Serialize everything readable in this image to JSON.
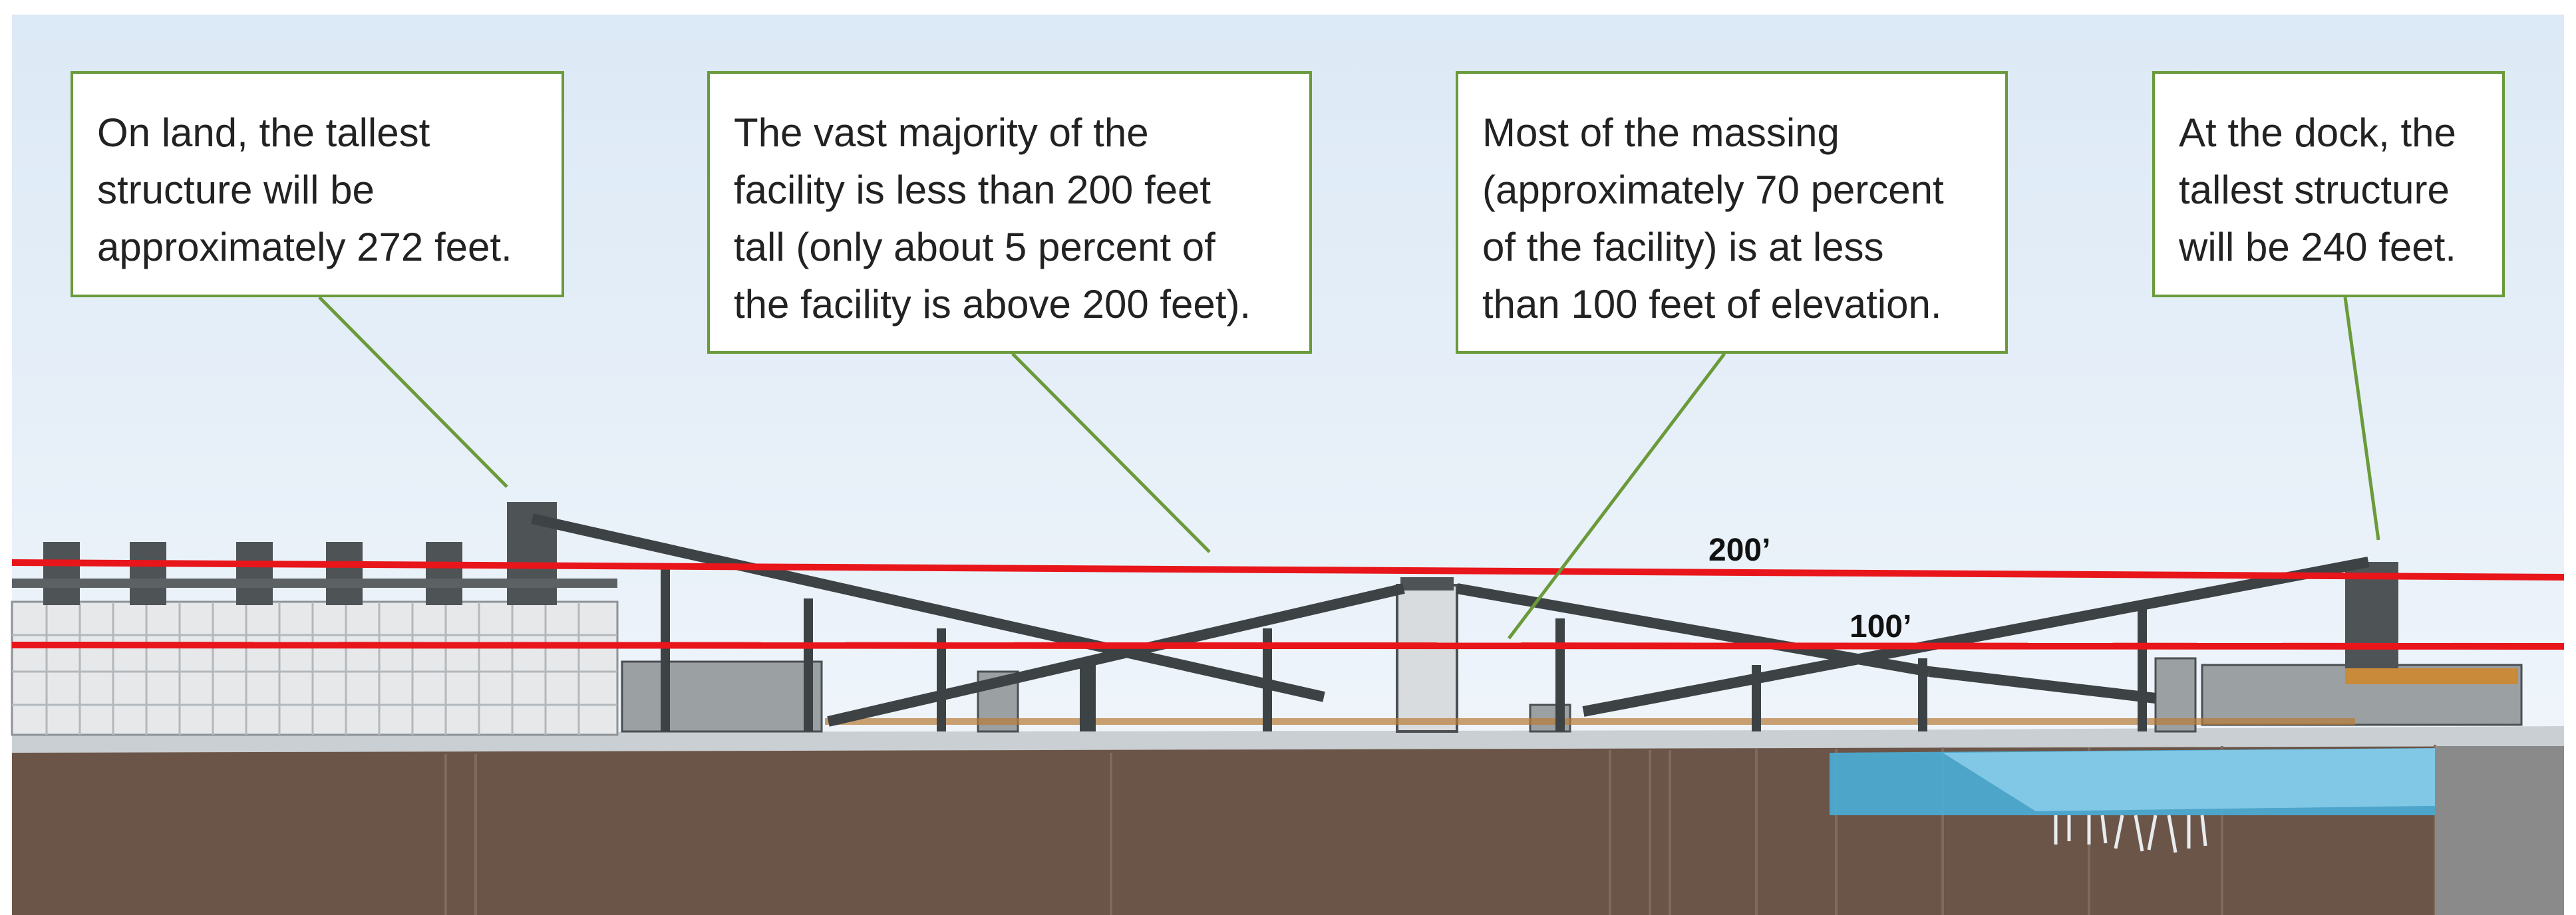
{
  "callouts": {
    "land": {
      "lines": [
        "On land, the tallest",
        "structure will be",
        "approximately 272 feet."
      ]
    },
    "majority": {
      "lines": [
        "The vast majority of the",
        "facility is less than 200 feet",
        "tall (only about 5 percent of",
        "the facility is above 200 feet)."
      ]
    },
    "massing": {
      "lines": [
        "Most of the massing",
        "(approximately 70 percent",
        "of the facility) is at less",
        "than 100 feet of elevation."
      ]
    },
    "dock": {
      "lines": [
        "At the dock, the",
        "tallest structure",
        "will be 240 feet."
      ]
    }
  },
  "elevation_lines": {
    "line_200": "200’",
    "line_100": "100’"
  },
  "colors": {
    "callout_border": "#6a9a3a",
    "elevation_line": "#e8161b",
    "ground": "#6b5548",
    "water": "#4aaed8",
    "sky": "#e4eef7"
  }
}
